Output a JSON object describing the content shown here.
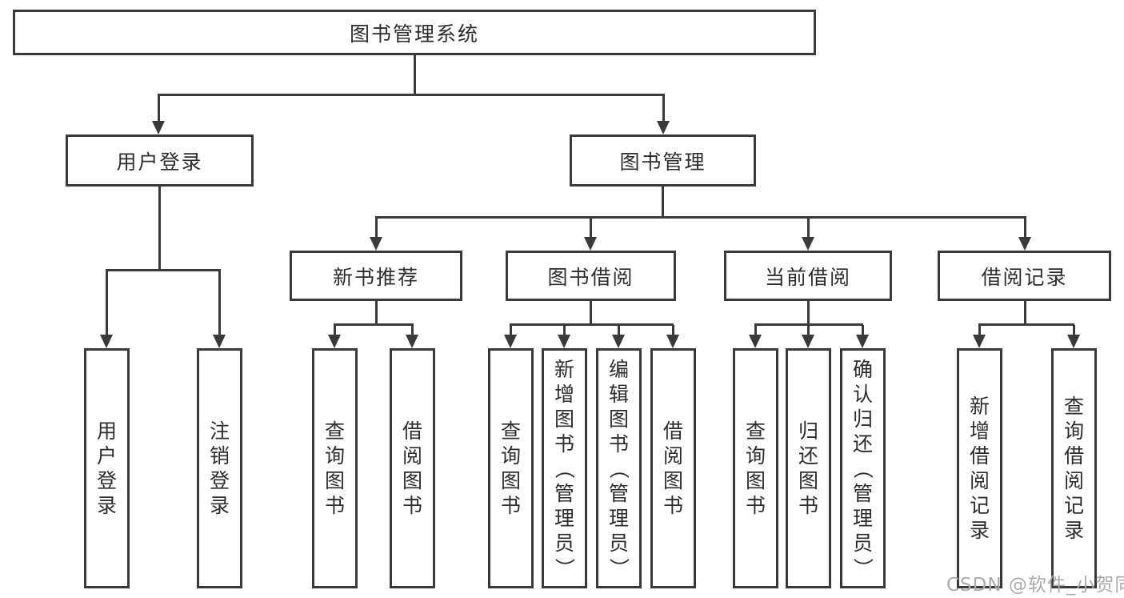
{
  "colors": {
    "line": "#3a3a3a",
    "text": "#2d2d2d",
    "watermark": "#ababab",
    "bg": "#ffffff"
  },
  "nodes": {
    "root": {
      "label": "图书管理系统"
    },
    "user_login": {
      "label": "用户登录"
    },
    "book_management": {
      "label": "图书管理"
    },
    "new_book_recommend": {
      "label": "新书推荐"
    },
    "book_borrowing": {
      "label": "图书借阅"
    },
    "current_borrowing": {
      "label": "当前借阅"
    },
    "borrowing_records": {
      "label": "借阅记录"
    },
    "leaves": [
      {
        "label": "用户登录"
      },
      {
        "label": "注销登录"
      },
      {
        "label": "查询图书"
      },
      {
        "label": "借阅图书"
      },
      {
        "label": "查询图书"
      },
      {
        "label": "新增图书（管理员）"
      },
      {
        "label": "编辑图书（管理员）"
      },
      {
        "label": "借阅图书"
      },
      {
        "label": "查询图书"
      },
      {
        "label": "归还图书"
      },
      {
        "label": "确认归还（管理员）"
      },
      {
        "label": "新增借阅记录"
      },
      {
        "label": "查询借阅记录"
      }
    ]
  },
  "watermark": {
    "text": "CSDN @软件_小贺同学"
  }
}
